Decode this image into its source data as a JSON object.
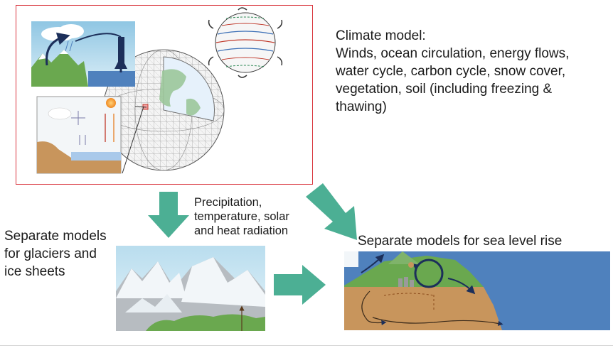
{
  "climate_model": {
    "title": "Climate model:",
    "line1": "Winds, ocean circulation, energy flows,",
    "line2": "water cycle, carbon cycle, snow cover,",
    "line3": "vegetation, soil (including freezing &",
    "line4": "thawing)"
  },
  "forcing": {
    "line1": "Precipitation,",
    "line2": "temperature, solar",
    "line3": "and heat radiation"
  },
  "glacier_models": {
    "line1": "Separate models",
    "line2": "for glaciers and",
    "line3": "ice sheets"
  },
  "sea_level_models": {
    "label": "Separate models for sea level rise"
  },
  "colors": {
    "frame_border": "#d9363e",
    "arrow_fill": "#4caf94",
    "ocean": "#4f81bd",
    "sediment": "#c8955c",
    "land_green": "#6aa84f"
  }
}
